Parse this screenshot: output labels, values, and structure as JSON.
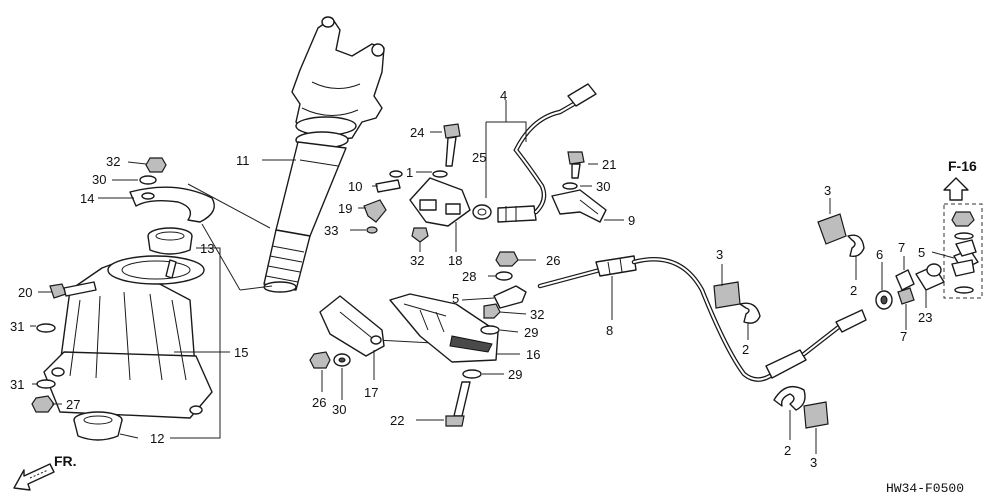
{
  "labels": {
    "p1": "1",
    "p2a": "2",
    "p2b": "2",
    "p2c": "2",
    "p3a": "3",
    "p3b": "3",
    "p3c": "3",
    "p4": "4",
    "p5a": "5",
    "p5b": "5",
    "p6": "6",
    "p7a": "7",
    "p7b": "7",
    "p8": "8",
    "p9": "9",
    "p10": "10",
    "p11": "11",
    "p12": "12",
    "p13": "13",
    "p14": "14",
    "p15": "15",
    "p16": "16",
    "p17": "17",
    "p18": "18",
    "p19": "19",
    "p20": "20",
    "p21": "21",
    "p22": "22",
    "p23": "23",
    "p24": "24",
    "p25": "25",
    "p26a": "26",
    "p26b": "26",
    "p27": "27",
    "p28": "28",
    "p29a": "29",
    "p29b": "29",
    "p30a": "30",
    "p30b": "30",
    "p30c": "30",
    "p31a": "31",
    "p31b": "31",
    "p32a": "32",
    "p32b": "32",
    "p32c": "32",
    "p33": "33"
  },
  "reference": "F-16",
  "direction": "FR.",
  "diagram_code": "HW34-F0500"
}
